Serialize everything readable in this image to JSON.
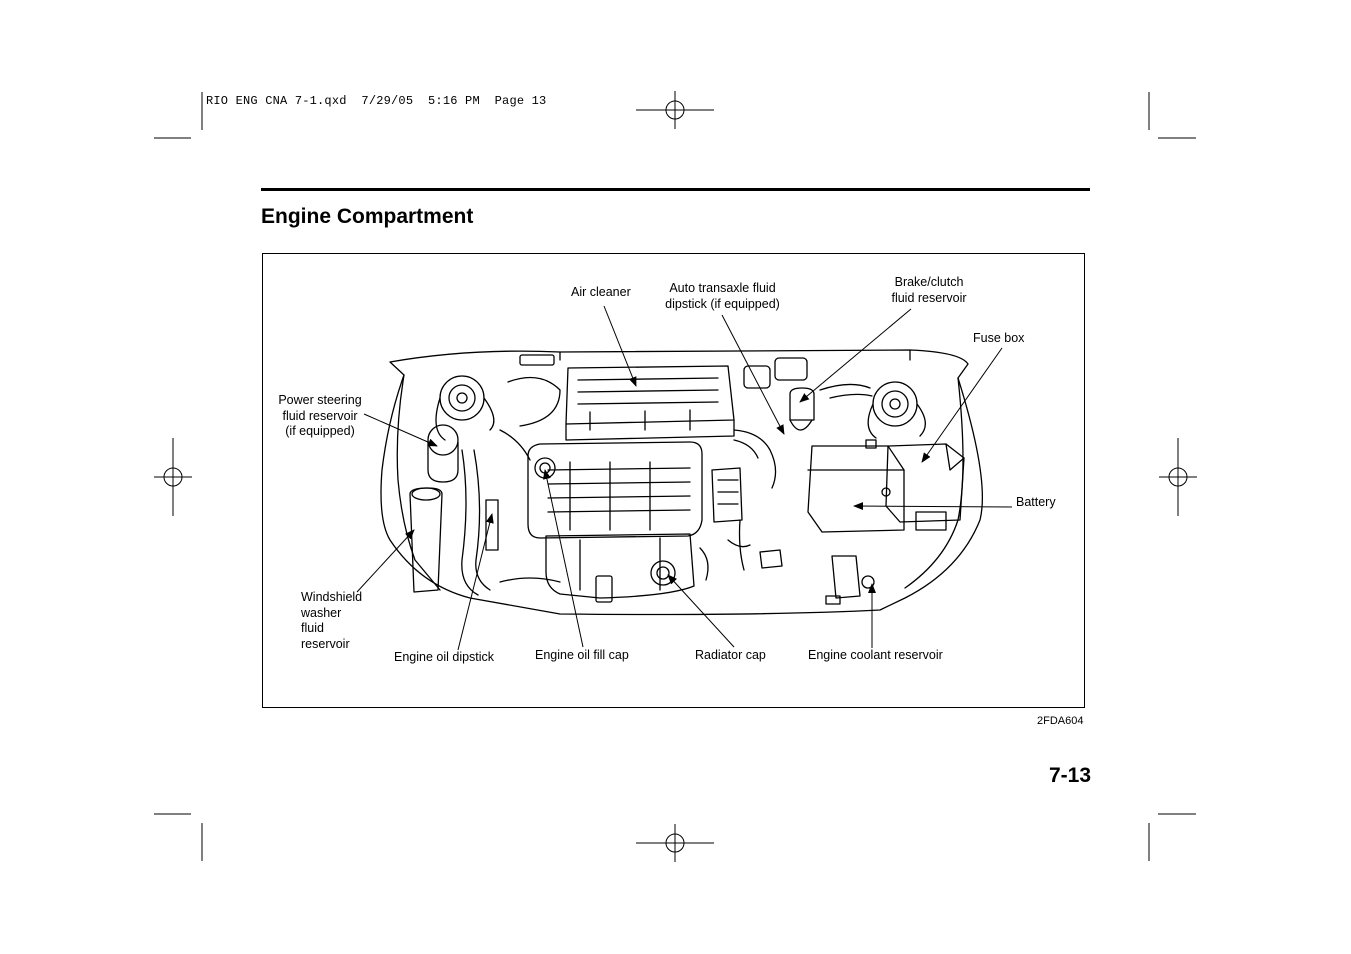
{
  "slug_line": "RIO ENG CNA 7-1.qxd  7/29/05  5:16 PM  Page 13",
  "section_title": "Engine Compartment",
  "figure": {
    "code": "2FDA604",
    "labels": {
      "air_cleaner": "Air cleaner",
      "auto_transaxle_1": "Auto transaxle fluid",
      "auto_transaxle_2": "dipstick (if equipped)",
      "brake_1": "Brake/clutch",
      "brake_2": "fluid reservoir",
      "fuse_box": "Fuse box",
      "power_steering_1": "Power steering",
      "power_steering_2": "fluid reservoir",
      "power_steering_3": "(if equipped)",
      "battery": "Battery",
      "washer_1": "Windshield",
      "washer_2": "washer",
      "washer_3": "fluid",
      "washer_4": "reservoir",
      "oil_dipstick": "Engine oil dipstick",
      "oil_fill_cap": "Engine oil fill cap",
      "radiator_cap": "Radiator cap",
      "coolant_reservoir": "Engine coolant reservoir"
    }
  },
  "page_number": "7-13"
}
